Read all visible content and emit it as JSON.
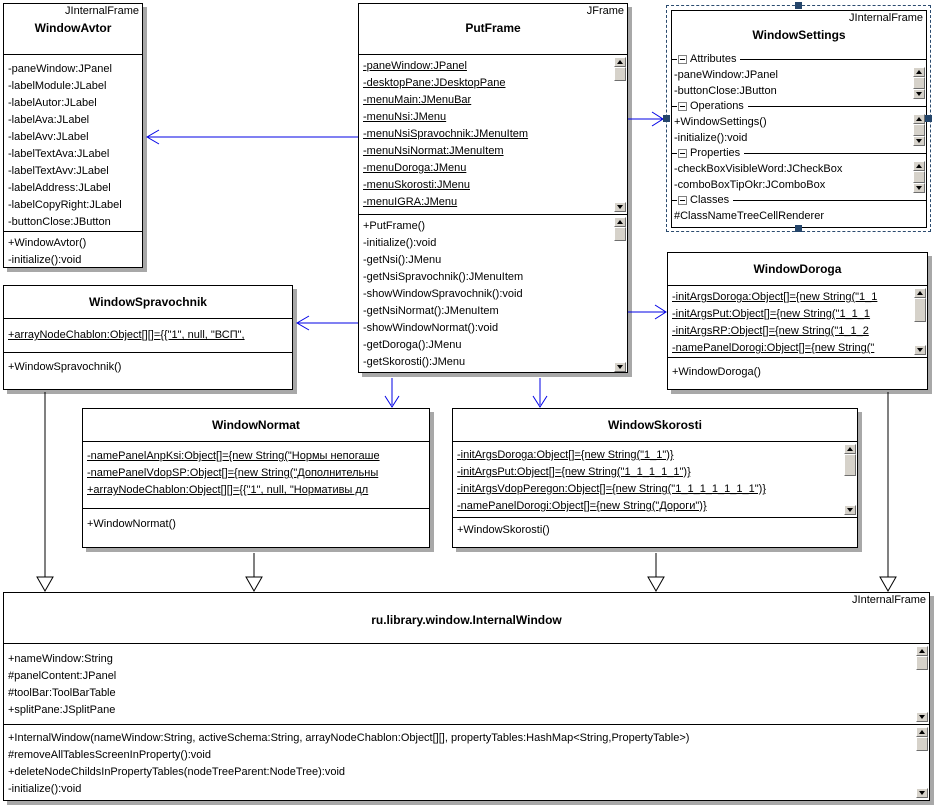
{
  "colors": {
    "association": "#0000e6",
    "generalization": "#000000",
    "box_border": "#000000",
    "box_shadow": "#a8a8a8",
    "selection": "#2a4a6e",
    "background": "#ffffff"
  },
  "classes": {
    "avtor": {
      "stereotype": "JInternalFrame",
      "name": "WindowAvtor",
      "attributes": [
        "-paneWindow:JPanel",
        "-labelModule:JLabel",
        "-labelAutor:JLabel",
        "-labelAva:JLabel",
        "-labelAvv:JLabel",
        "-labelTextAva:JLabel",
        "-labelTextAvv:JLabel",
        "-labelAddress:JLabel",
        "-labelCopyRight:JLabel",
        "-buttonClose:JButton"
      ],
      "methods": [
        "+WindowAvtor()",
        "-initialize():void"
      ]
    },
    "putframe": {
      "stereotype": "JFrame",
      "name": "PutFrame",
      "attributes": [
        "-paneWindow:JPanel",
        "-desktopPane:JDesktopPane",
        "-menuMain:JMenuBar",
        "-menuNsi:JMenu",
        "-menuNsiSpravochnik:JMenuItem",
        "-menuNsiNormat:JMenuItem",
        "-menuDoroga:JMenu",
        "-menuSkorosti:JMenu",
        "-menuIGRA:JMenu"
      ],
      "methods": [
        "+PutFrame()",
        "-initialize():void",
        "-getNsi():JMenu",
        "-getNsiSpravochnik():JMenuItem",
        "-showWindowSpravochnik():void",
        "-getNsiNormat():JMenuItem",
        "-showWindowNormat():void",
        "-getDoroga():JMenu",
        "-getSkorosti():JMenu"
      ]
    },
    "settings": {
      "stereotype": "JInternalFrame",
      "name": "WindowSettings",
      "groups": [
        {
          "label": "Attributes",
          "items": [
            "-paneWindow:JPanel",
            "-buttonClose:JButton"
          ]
        },
        {
          "label": "Operations",
          "items": [
            "+WindowSettings()",
            "-initialize():void"
          ]
        },
        {
          "label": "Properties",
          "items": [
            "-checkBoxVisibleWord:JCheckBox",
            "-comboBoxTipOkr:JComboBox"
          ]
        },
        {
          "label": "Classes",
          "items": [
            "#ClassNameTreeCellRenderer"
          ]
        }
      ]
    },
    "spravochnik": {
      "name": "WindowSpravochnik",
      "attributes": [
        "+arrayNodeChablon:Object[][]={{\"1\", null, \"ВСП\","
      ],
      "methods": [
        "+WindowSpravochnik()"
      ]
    },
    "doroga": {
      "name": "WindowDoroga",
      "attributes": [
        "-initArgsDoroga:Object[]={new String(\"1_1",
        "-initArgsPut:Object[]={new String(\"1_1_1",
        "-initArgsRP:Object[]={new String(\"1_1_2",
        "-namePanelDorogi:Object[]={new String(\""
      ],
      "methods": [
        "+WindowDoroga()"
      ]
    },
    "normat": {
      "name": "WindowNormat",
      "attributes": [
        "-namePanelAnpKsi:Object[]={new String(\"Нормы непогаше",
        "-namePanelVdopSP:Object[]={new String(\"Дополнительны",
        "+arrayNodeChablon:Object[][]={{\"1\", null, \"Нормативы дл"
      ],
      "methods": [
        "+WindowNormat()"
      ]
    },
    "skorosti": {
      "name": "WindowSkorosti",
      "attributes": [
        "-initArgsDoroga:Object[]={new String(\"1_1\")}",
        "-initArgsPut:Object[]={new String(\"1_1_1_1_1\")}",
        "-initArgsVdopPeregon:Object[]={new String(\"1_1_1_1_1_1_1\")}",
        "-namePanelDorogi:Object[]={new String(\"Дороги\")}"
      ],
      "methods": [
        "+WindowSkorosti()"
      ]
    },
    "internal": {
      "stereotype": "JInternalFrame",
      "name": "ru.library.window.InternalWindow",
      "attributes": [
        "+nameWindow:String",
        "#panelContent:JPanel",
        "#toolBar:ToolBarTable",
        "+splitPane:JSplitPane"
      ],
      "methods": [
        "+InternalWindow(nameWindow:String, activeSchema:String, arrayNodeChablon:Object[][], propertyTables:HashMap<String,PropertyTable>)",
        "#removeAllTablesScreenInProperty():void",
        "+deleteNodeChildsInPropertyTables(nodeTreeParent:NodeTree):void",
        "-initialize():void"
      ]
    }
  }
}
